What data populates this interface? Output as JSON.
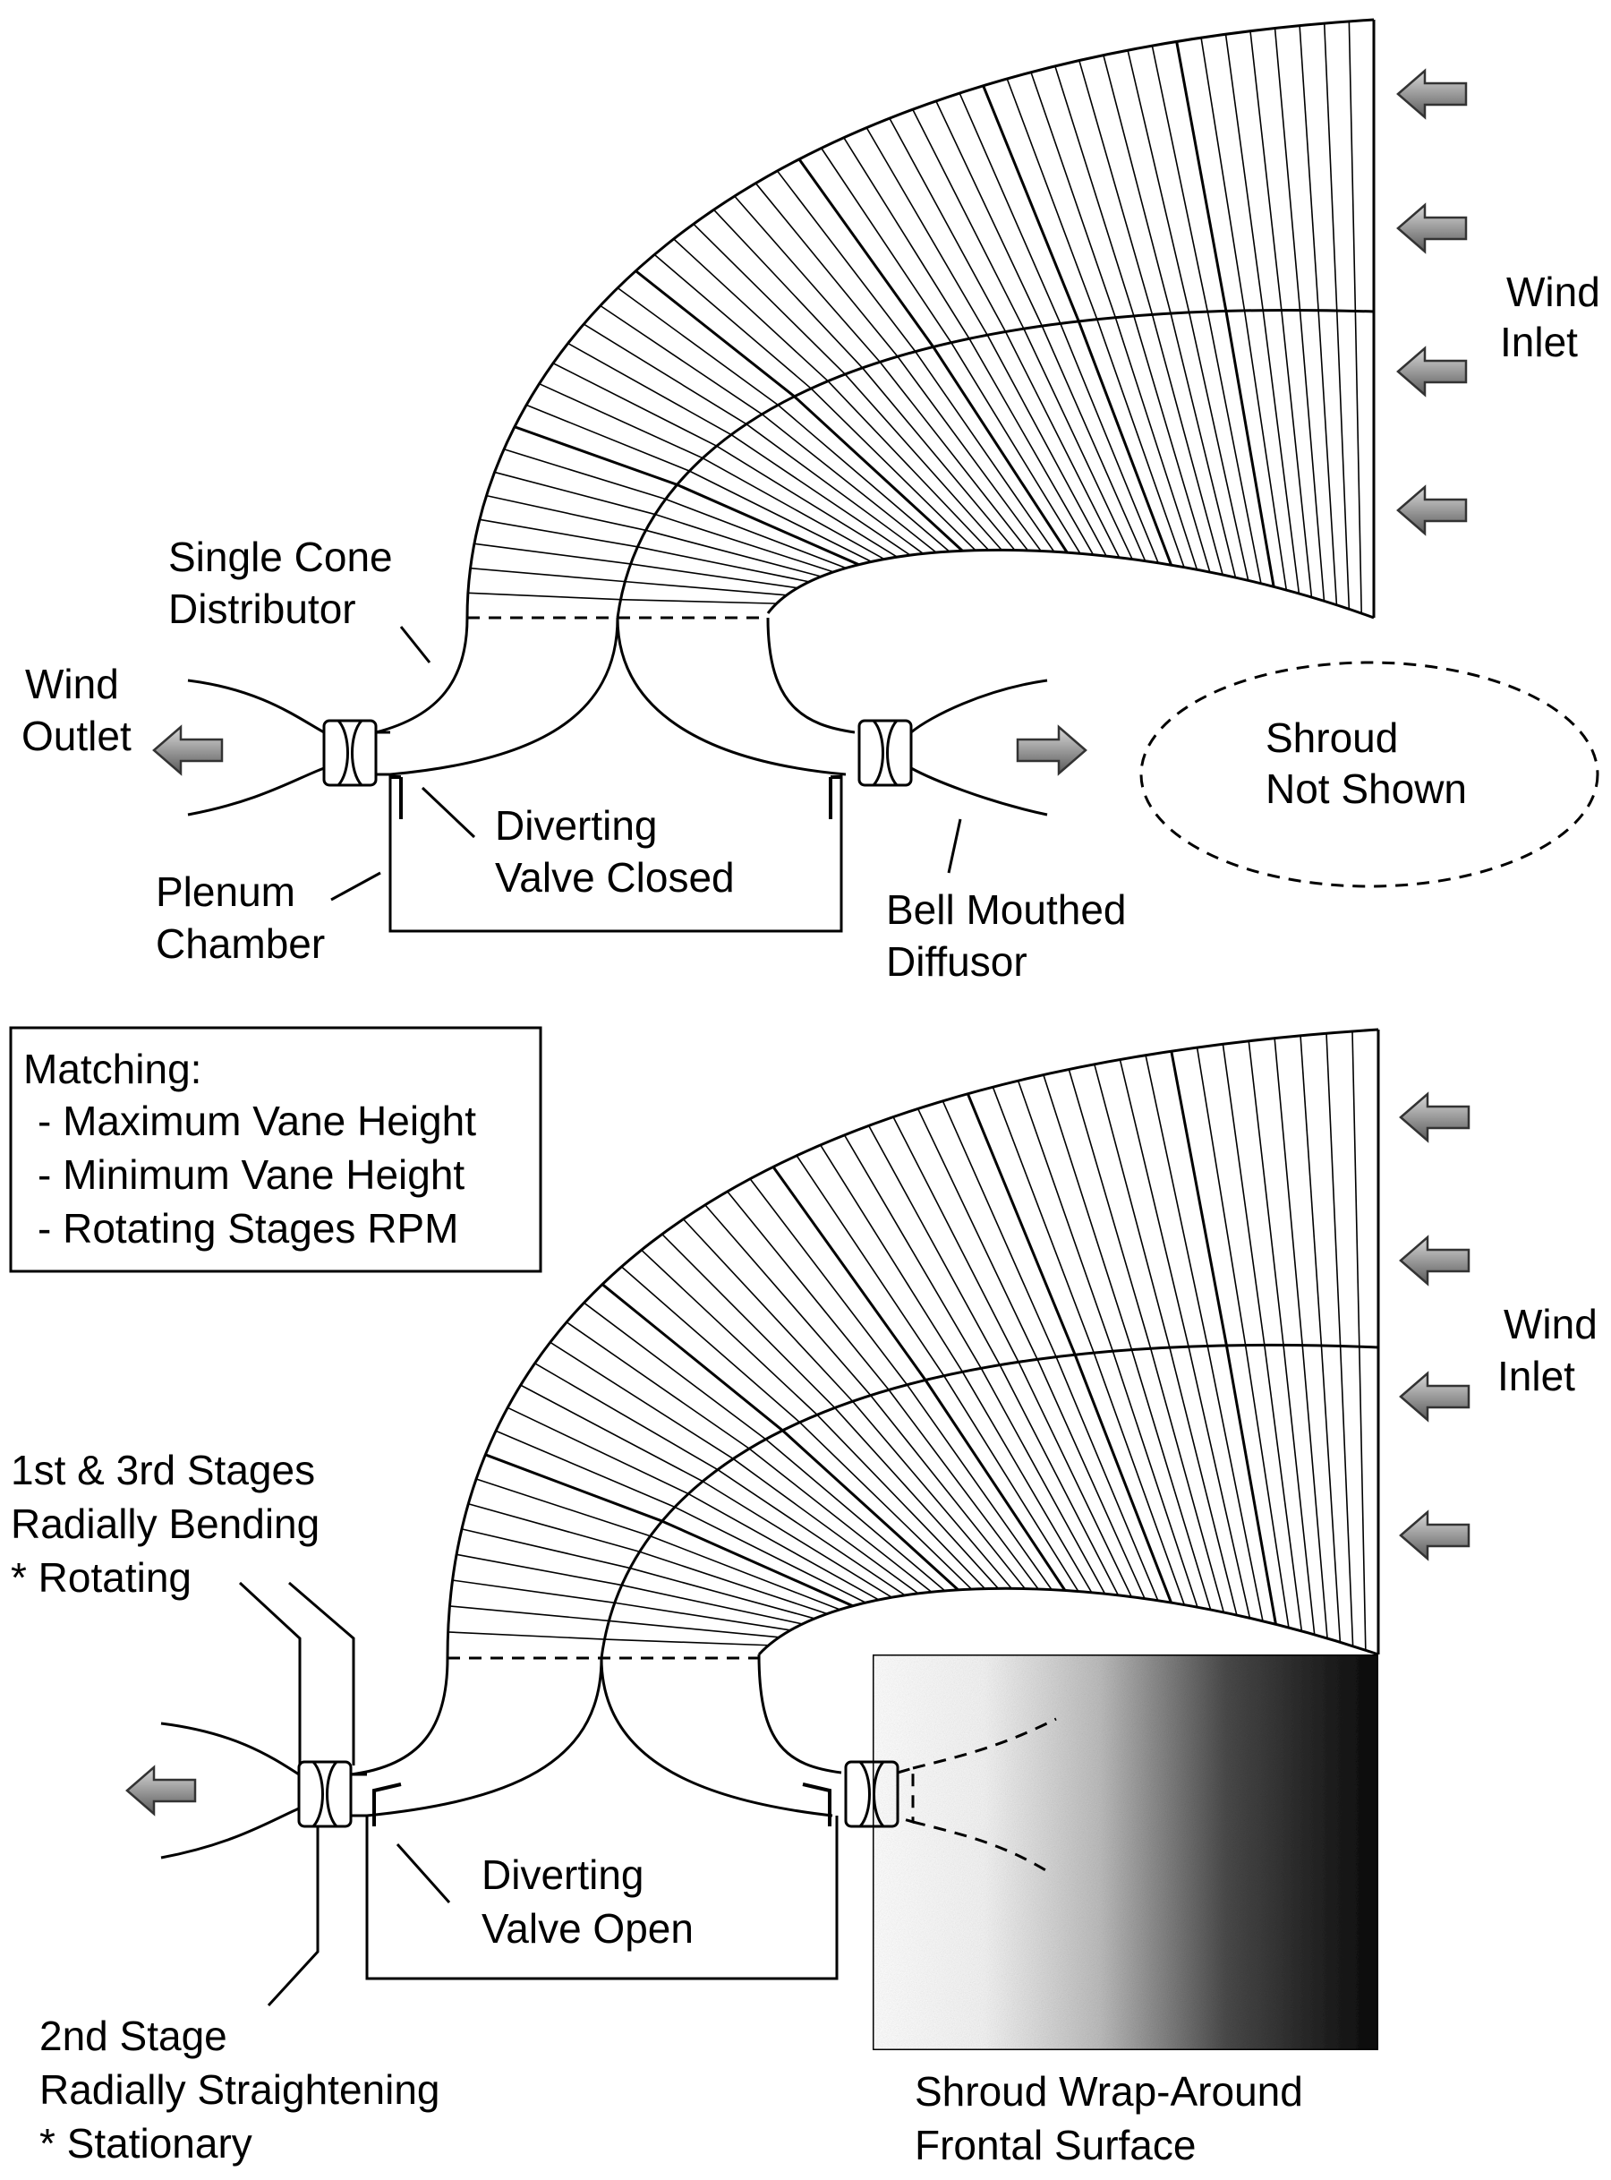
{
  "top_panel": {
    "wind_inlet": [
      "Wind",
      "Inlet"
    ],
    "wind_outlet": [
      "Wind",
      "Outlet"
    ],
    "single_cone_distributor": [
      "Single Cone",
      "Distributor"
    ],
    "plenum_chamber": [
      "Plenum",
      "Chamber"
    ],
    "diverting_valve": [
      "Diverting",
      "Valve Closed"
    ],
    "bell_mouthed_diffusor": [
      "Bell Mouthed",
      "Diffusor"
    ],
    "shroud_note": [
      "Shroud",
      "Not Shown"
    ]
  },
  "matching_box": {
    "title": "Matching:",
    "items": [
      "- Maximum Vane Height",
      "- Minimum Vane Height",
      "- Rotating Stages RPM"
    ]
  },
  "bottom_panel": {
    "wind_inlet": [
      "Wind",
      "Inlet"
    ],
    "stages_1_3": [
      "1st & 3rd Stages",
      "Radially Bending",
      "* Rotating"
    ],
    "diverting_valve": [
      "Diverting",
      "Valve Open"
    ],
    "stage_2": [
      "2nd Stage",
      "Radially Straightening",
      "* Stationary"
    ],
    "shroud_caption": [
      "Shroud Wrap-Around",
      "Frontal Surface"
    ]
  },
  "icons": {
    "inlet_arrow": "left-arrow-icon",
    "outlet_arrow": "left-arrow-icon",
    "diffusor_arrow": "right-arrow-icon"
  },
  "colors": {
    "ink": "#000000",
    "arrow_fill": "#9a9a9a",
    "shroud_dark": "#0a0a0a"
  }
}
